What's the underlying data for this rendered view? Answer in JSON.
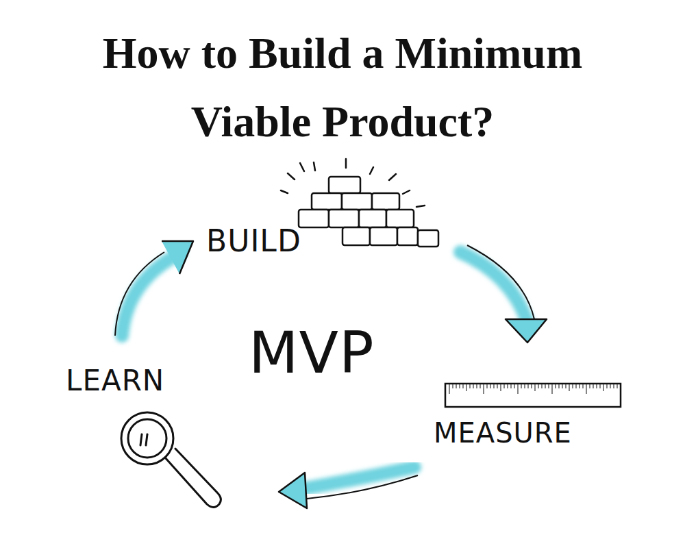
{
  "diagram": {
    "title": "How to Build a Minimum Viable Product?",
    "labels": [
      "BUILD",
      "MVP",
      "LEARN",
      "MEASURE"
    ]
  }
}
